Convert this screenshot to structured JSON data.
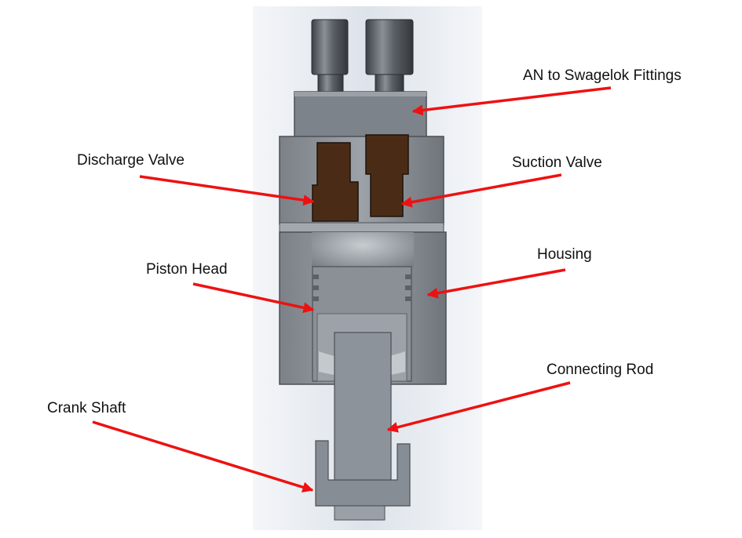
{
  "labels": {
    "fittings": "AN to Swagelok Fittings",
    "discharge": "Discharge Valve",
    "suction": "Suction Valve",
    "piston": "Piston Head",
    "housing": "Housing",
    "rod": "Connecting Rod",
    "crank": "Crank Shaft"
  },
  "colors": {
    "arrow": "#ee1111",
    "valve": "#4a2c16",
    "metal": "#8e949a",
    "metal_dark": "#5c6166",
    "metal_light": "#b4b9be",
    "backdrop": "#e9edf2"
  }
}
